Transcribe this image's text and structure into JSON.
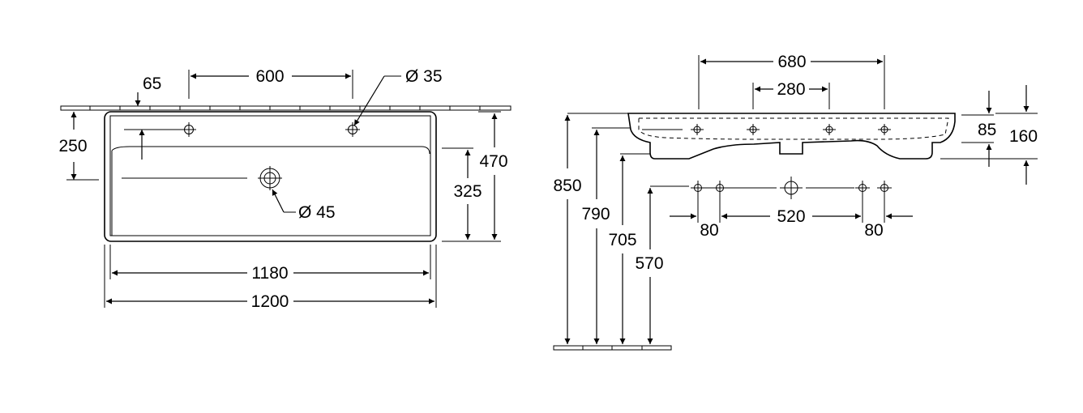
{
  "top_view": {
    "dims": {
      "d65": "65",
      "d600": "600",
      "d35": "Ø 35",
      "d250": "250",
      "d470": "470",
      "d325": "325",
      "d45": "Ø 45",
      "d1180": "1180",
      "d1200": "1200"
    }
  },
  "side_view": {
    "dims": {
      "d680": "680",
      "d280": "280",
      "d85": "85",
      "d160": "160",
      "d850": "850",
      "d790": "790",
      "d705": "705",
      "d570": "570",
      "d80a": "80",
      "d520": "520",
      "d80b": "80"
    }
  }
}
